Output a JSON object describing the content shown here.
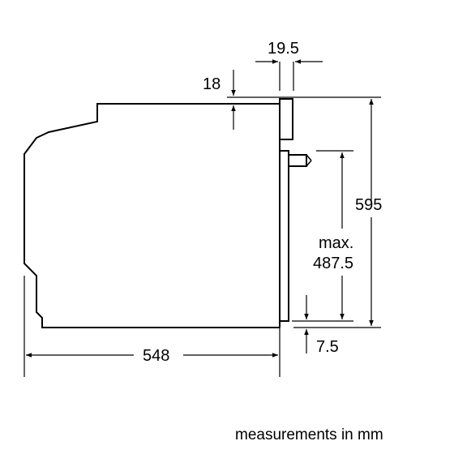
{
  "diagram": {
    "dimensions": {
      "depth_panel": "19.5",
      "top_gap": "18",
      "height_total": "595",
      "inner_max_label": "max.",
      "inner_max_value": "487.5",
      "bottom_gap": "7.5",
      "depth_total": "548"
    },
    "caption": "measurements in mm"
  }
}
